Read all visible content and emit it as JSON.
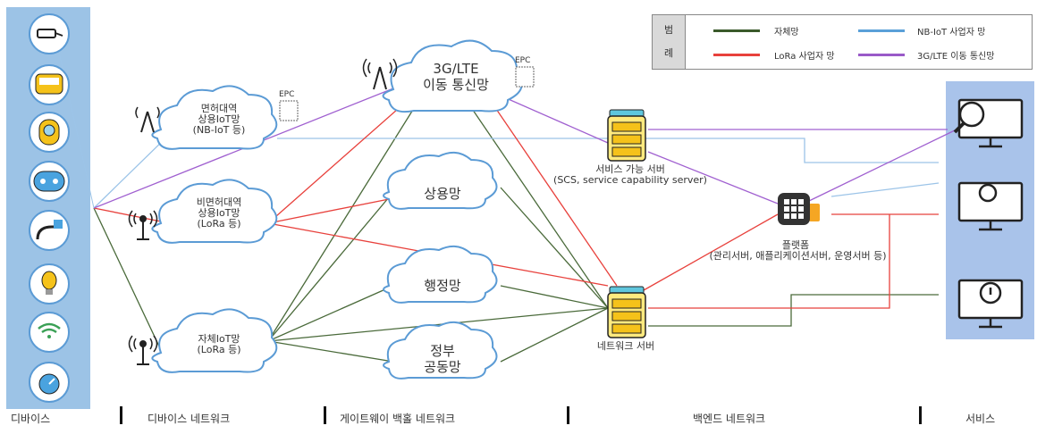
{
  "legend": {
    "title_line1": "범",
    "title_line2": "례",
    "items": [
      {
        "label": "자체망",
        "color": "#3a5a2a"
      },
      {
        "label": "NB-IoT 사업자 망",
        "color": "#5aa0d8"
      },
      {
        "label": "LoRa 사업자 망",
        "color": "#e8413c"
      },
      {
        "label": "3G/LTE 이동 통신망",
        "color": "#9a5ac8"
      }
    ]
  },
  "clouds": {
    "lte": "3G/LTE\n이동 통신망",
    "nbiot": "면허대역\n상용IoT망\n(NB-IoT 등)",
    "lora_commercial": "비면허대역\n상용IoT망\n(LoRa 등)",
    "private_iot": "자체IoT망\n(LoRa 등)",
    "commercial": "상용망",
    "admin": "행정망",
    "gov": "정부\n공동망"
  },
  "epc_label_1": "EPC",
  "epc_label_2": "EPC",
  "servers": {
    "scs_label_1": "서비스 가능 서버",
    "scs_label_2": "(SCS, service capability server)",
    "network_label": "네트워크 서버",
    "platform_label_1": "플랫폼",
    "platform_label_2": "(관리서버,  애플리케이션서버,  운영서버 등)"
  },
  "devices": [
    "cctv-icon",
    "bus-icon",
    "meter-icon",
    "sensor-icon",
    "water-valve-icon",
    "bulb-icon",
    "wifi-icon",
    "gauge-icon"
  ],
  "services": [
    "magnifier-monitor-icon",
    "gear-monitor-icon",
    "bulb-monitor-icon"
  ],
  "sections": {
    "device": "디바이스",
    "device_network": "디바이스 네트워크",
    "gateway_backhaul": "게이트웨이 백홀 네트워크",
    "backend": "백엔드 네트워크",
    "service": "서비스"
  }
}
